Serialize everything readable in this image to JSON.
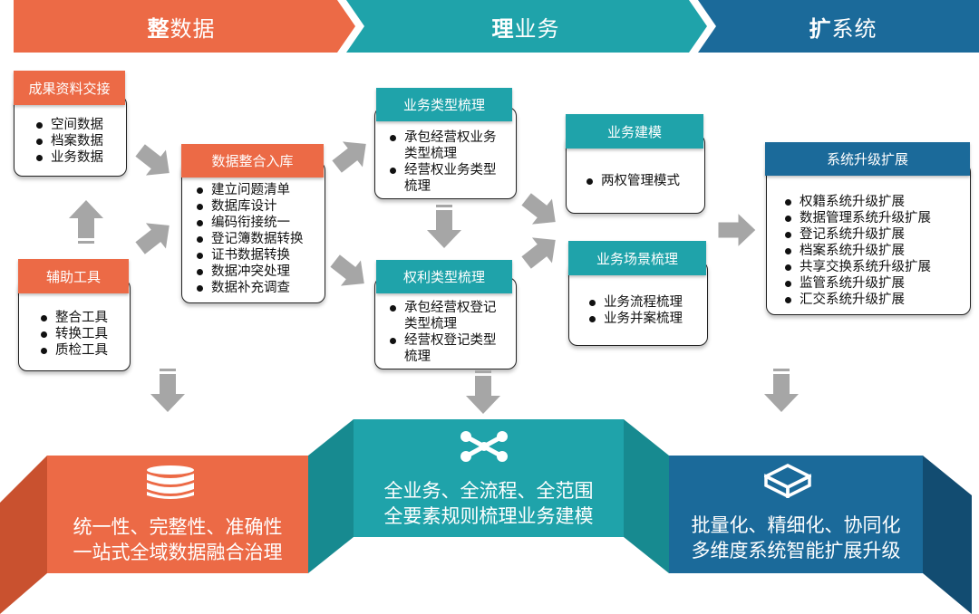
{
  "header": {
    "stage1": {
      "bold": "整",
      "rest": "数据"
    },
    "stage2": {
      "bold": "理",
      "rest": "业务"
    },
    "stage3": {
      "bold": "扩",
      "rest": "系统"
    }
  },
  "col1": {
    "results": {
      "title": "成果资料交接",
      "items": [
        "空间数据",
        "档案数据",
        "业务数据"
      ]
    },
    "tools": {
      "title": "辅助工具",
      "items": [
        "整合工具",
        "转换工具",
        "质检工具"
      ]
    }
  },
  "col2": {
    "title": "数据整合入库",
    "items": [
      "建立问题清单",
      "数据库设计",
      "编码衔接统一",
      "登记簿数据转换",
      "证书数据转换",
      "数据冲突处理",
      "数据补充调查"
    ]
  },
  "col3": {
    "biztype": {
      "title": "业务类型梳理",
      "items": [
        "承包经营权业务类型梳理",
        "经营权业务类型梳理"
      ]
    },
    "righttype": {
      "title": "权利类型梳理",
      "items": [
        "承包经营权登记类型梳理",
        "经营权登记类型梳理"
      ]
    }
  },
  "col4": {
    "modeling": {
      "title": "业务建模",
      "items": [
        "两权管理模式"
      ]
    },
    "scenario": {
      "title": "业务场景梳理",
      "items": [
        "业务流程梳理",
        "业务并案梳理"
      ]
    }
  },
  "col5": {
    "title": "系统升级扩展",
    "items": [
      "权籍系统升级扩展",
      "数据管理系统升级扩展",
      "登记系统升级扩展",
      "档案系统升级扩展",
      "共享交换系统升级扩展",
      "监管系统升级扩展",
      "汇交系统升级扩展"
    ]
  },
  "banners": {
    "left": {
      "line1": "统一性、完整性、准确性",
      "line2": "一站式全域数据融合治理"
    },
    "mid": {
      "line1": "全业务、全流程、全范围",
      "line2": "全要素规则梳理业务建模"
    },
    "right": {
      "line1": "批量化、精细化、协同化",
      "line2": "多维度系统智能扩展升级"
    }
  },
  "icons": {
    "left": "database-icon",
    "mid": "network-icon",
    "right": "cube-icon"
  },
  "colors": {
    "orange": "#EC6A46",
    "teal": "#1FA3AA",
    "blue": "#1B6A9A",
    "arrow": "#A6A6A6"
  }
}
